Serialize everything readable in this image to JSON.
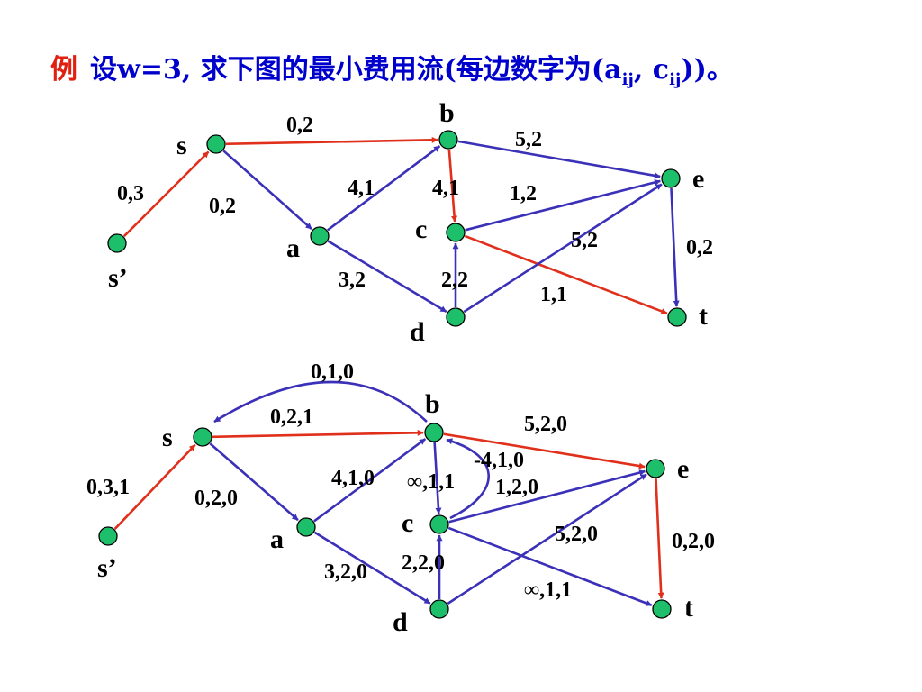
{
  "title": {
    "lead": "例",
    "part1": "设w=3, 求下图的最小费用流(每边数字为(a",
    "sub1": "ij",
    "part2": ", c",
    "sub2": "ij",
    "part3": "))。"
  },
  "colors": {
    "blue_edge": "#3b30b8",
    "red_edge": "#e0301c",
    "node_fill": "#1dbf6a"
  },
  "graphs": [
    {
      "name": "original-network",
      "nodes": [
        "s",
        "s’",
        "a",
        "b",
        "c",
        "d",
        "e",
        "t"
      ],
      "edges": [
        {
          "id": "sp-s",
          "from": "s’",
          "to": "s",
          "label": "0,3",
          "color": "red"
        },
        {
          "id": "s-b",
          "from": "s",
          "to": "b",
          "label": "0,2",
          "color": "red"
        },
        {
          "id": "s-a",
          "from": "s",
          "to": "a",
          "label": "0,2",
          "color": "blue"
        },
        {
          "id": "a-b",
          "from": "a",
          "to": "b",
          "label": "4,1",
          "color": "blue"
        },
        {
          "id": "a-d",
          "from": "a",
          "to": "d",
          "label": "3,2",
          "color": "blue"
        },
        {
          "id": "b-c",
          "from": "b",
          "to": "c",
          "label": "4,1",
          "color": "red"
        },
        {
          "id": "b-e",
          "from": "b",
          "to": "e",
          "label": "5,2",
          "color": "blue"
        },
        {
          "id": "c-e",
          "from": "c",
          "to": "e",
          "label": "1,2",
          "color": "blue"
        },
        {
          "id": "c-t",
          "from": "c",
          "to": "t",
          "label": "1,1",
          "color": "red"
        },
        {
          "id": "d-c",
          "from": "d",
          "to": "c",
          "label": "2,2",
          "color": "blue"
        },
        {
          "id": "d-e",
          "from": "d",
          "to": "e",
          "label": "5,2",
          "color": "blue"
        },
        {
          "id": "e-t",
          "from": "e",
          "to": "t",
          "label": "0,2",
          "color": "blue"
        }
      ]
    },
    {
      "name": "residual-network",
      "nodes": [
        "s",
        "s’",
        "a",
        "b",
        "c",
        "d",
        "e",
        "t"
      ],
      "edges": [
        {
          "id": "sp-s",
          "from": "s’",
          "to": "s",
          "label": "0,3,1",
          "color": "red"
        },
        {
          "id": "s-b",
          "from": "s",
          "to": "b",
          "label": "0,2,1",
          "color": "red"
        },
        {
          "id": "b-s",
          "from": "b",
          "to": "s",
          "label": "0,1,0",
          "color": "blue"
        },
        {
          "id": "s-a",
          "from": "s",
          "to": "a",
          "label": "0,2,0",
          "color": "blue"
        },
        {
          "id": "a-b",
          "from": "a",
          "to": "b",
          "label": "4,1,0",
          "color": "blue"
        },
        {
          "id": "a-d",
          "from": "a",
          "to": "d",
          "label": "3,2,0",
          "color": "blue"
        },
        {
          "id": "b-c",
          "from": "b",
          "to": "c",
          "label": "∞,1,1",
          "color": "blue"
        },
        {
          "id": "c-b",
          "from": "c",
          "to": "b",
          "label": "-4,1,0",
          "color": "blue"
        },
        {
          "id": "b-e",
          "from": "b",
          "to": "e",
          "label": "5,2,0",
          "color": "red"
        },
        {
          "id": "c-e",
          "from": "c",
          "to": "e",
          "label": "1,2,0",
          "color": "blue"
        },
        {
          "id": "c-t",
          "from": "c",
          "to": "t",
          "label": "∞,1,1",
          "color": "blue"
        },
        {
          "id": "d-c",
          "from": "d",
          "to": "c",
          "label": "2,2,0",
          "color": "blue"
        },
        {
          "id": "d-e",
          "from": "d",
          "to": "e",
          "label": "5,2,0",
          "color": "blue"
        },
        {
          "id": "e-t",
          "from": "e",
          "to": "t",
          "label": "0,2,0",
          "color": "red"
        }
      ]
    }
  ]
}
